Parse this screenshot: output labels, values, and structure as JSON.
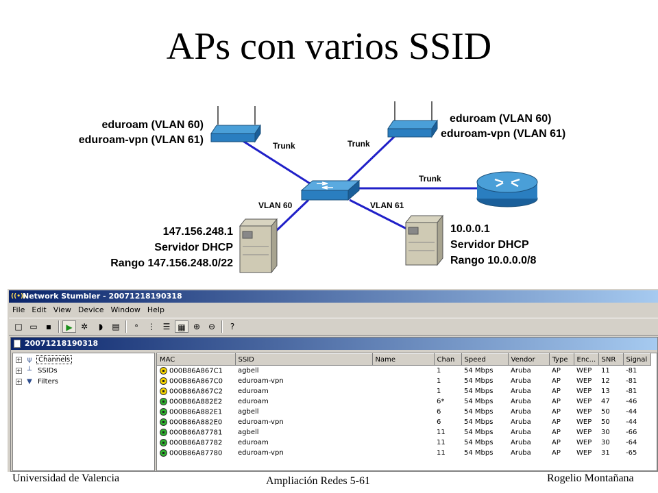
{
  "slide": {
    "title": "APs con varios SSID",
    "footer_left": "Universidad de Valencia",
    "footer_center": "Ampliación Redes 5-61",
    "footer_right": "Rogelio Montañana"
  },
  "diagram": {
    "ap_left_lines": [
      "eduroam (VLAN 60)",
      "eduroam-vpn (VLAN 61)"
    ],
    "ap_right_lines": [
      "eduroam (VLAN 60)",
      "eduroam-vpn (VLAN 61)"
    ],
    "link_labels": {
      "trunk_left": "Trunk",
      "trunk_right": "Trunk",
      "trunk_router": "Trunk",
      "vlan60": "VLAN 60",
      "vlan61": "VLAN 61"
    },
    "server_left_lines": [
      "147.156.248.1",
      "Servidor DHCP",
      "Rango 147.156.248.0/22"
    ],
    "server_right_lines": [
      "10.0.0.1",
      "Servidor DHCP",
      "Rango 10.0.0.0/8"
    ]
  },
  "app": {
    "window_title": "Network Stumbler - 20071218190318",
    "menu": [
      "File",
      "Edit",
      "View",
      "Device",
      "Window",
      "Help"
    ],
    "toolbar_icons": [
      "new-icon",
      "open-icon",
      "save-icon",
      "play-icon",
      "configure-icon",
      "auto-config-icon",
      "properties-icon",
      "sort-icon",
      "tree-icon",
      "list-icon",
      "grid-icon",
      "zoom-in-icon",
      "zoom-out-icon",
      "help-icon"
    ],
    "child_title": "20071218190318",
    "tree": [
      "Channels",
      "SSIDs",
      "Filters"
    ],
    "columns": [
      "MAC",
      "SSID",
      "Name",
      "Chan",
      "Speed",
      "Vendor",
      "Type",
      "Enc...",
      "SNR",
      "Signal"
    ],
    "rows": [
      {
        "status": "yellow",
        "mac": "000B86A867C1",
        "ssid": "agbell",
        "name": "",
        "chan": "1",
        "speed": "54 Mbps",
        "vendor": "Aruba",
        "type": "AP",
        "enc": "WEP",
        "snr": "11",
        "signal": "-81"
      },
      {
        "status": "yellow",
        "mac": "000B86A867C0",
        "ssid": "eduroam-vpn",
        "name": "",
        "chan": "1",
        "speed": "54 Mbps",
        "vendor": "Aruba",
        "type": "AP",
        "enc": "WEP",
        "snr": "12",
        "signal": "-81"
      },
      {
        "status": "yellow",
        "mac": "000B86A867C2",
        "ssid": "eduroam",
        "name": "",
        "chan": "1",
        "speed": "54 Mbps",
        "vendor": "Aruba",
        "type": "AP",
        "enc": "WEP",
        "snr": "13",
        "signal": "-81"
      },
      {
        "status": "green",
        "mac": "000B86A882E2",
        "ssid": "eduroam",
        "name": "",
        "chan": "6*",
        "speed": "54 Mbps",
        "vendor": "Aruba",
        "type": "AP",
        "enc": "WEP",
        "snr": "47",
        "signal": "-46"
      },
      {
        "status": "green",
        "mac": "000B86A882E1",
        "ssid": "agbell",
        "name": "",
        "chan": "6",
        "speed": "54 Mbps",
        "vendor": "Aruba",
        "type": "AP",
        "enc": "WEP",
        "snr": "50",
        "signal": "-44"
      },
      {
        "status": "green",
        "mac": "000B86A882E0",
        "ssid": "eduroam-vpn",
        "name": "",
        "chan": "6",
        "speed": "54 Mbps",
        "vendor": "Aruba",
        "type": "AP",
        "enc": "WEP",
        "snr": "50",
        "signal": "-44"
      },
      {
        "status": "green",
        "mac": "000B86A87781",
        "ssid": "agbell",
        "name": "",
        "chan": "11",
        "speed": "54 Mbps",
        "vendor": "Aruba",
        "type": "AP",
        "enc": "WEP",
        "snr": "30",
        "signal": "-66"
      },
      {
        "status": "green",
        "mac": "000B86A87782",
        "ssid": "eduroam",
        "name": "",
        "chan": "11",
        "speed": "54 Mbps",
        "vendor": "Aruba",
        "type": "AP",
        "enc": "WEP",
        "snr": "30",
        "signal": "-64"
      },
      {
        "status": "green",
        "mac": "000B86A87780",
        "ssid": "eduroam-vpn",
        "name": "",
        "chan": "11",
        "speed": "54 Mbps",
        "vendor": "Aruba",
        "type": "AP",
        "enc": "WEP",
        "snr": "31",
        "signal": "-65"
      }
    ]
  }
}
